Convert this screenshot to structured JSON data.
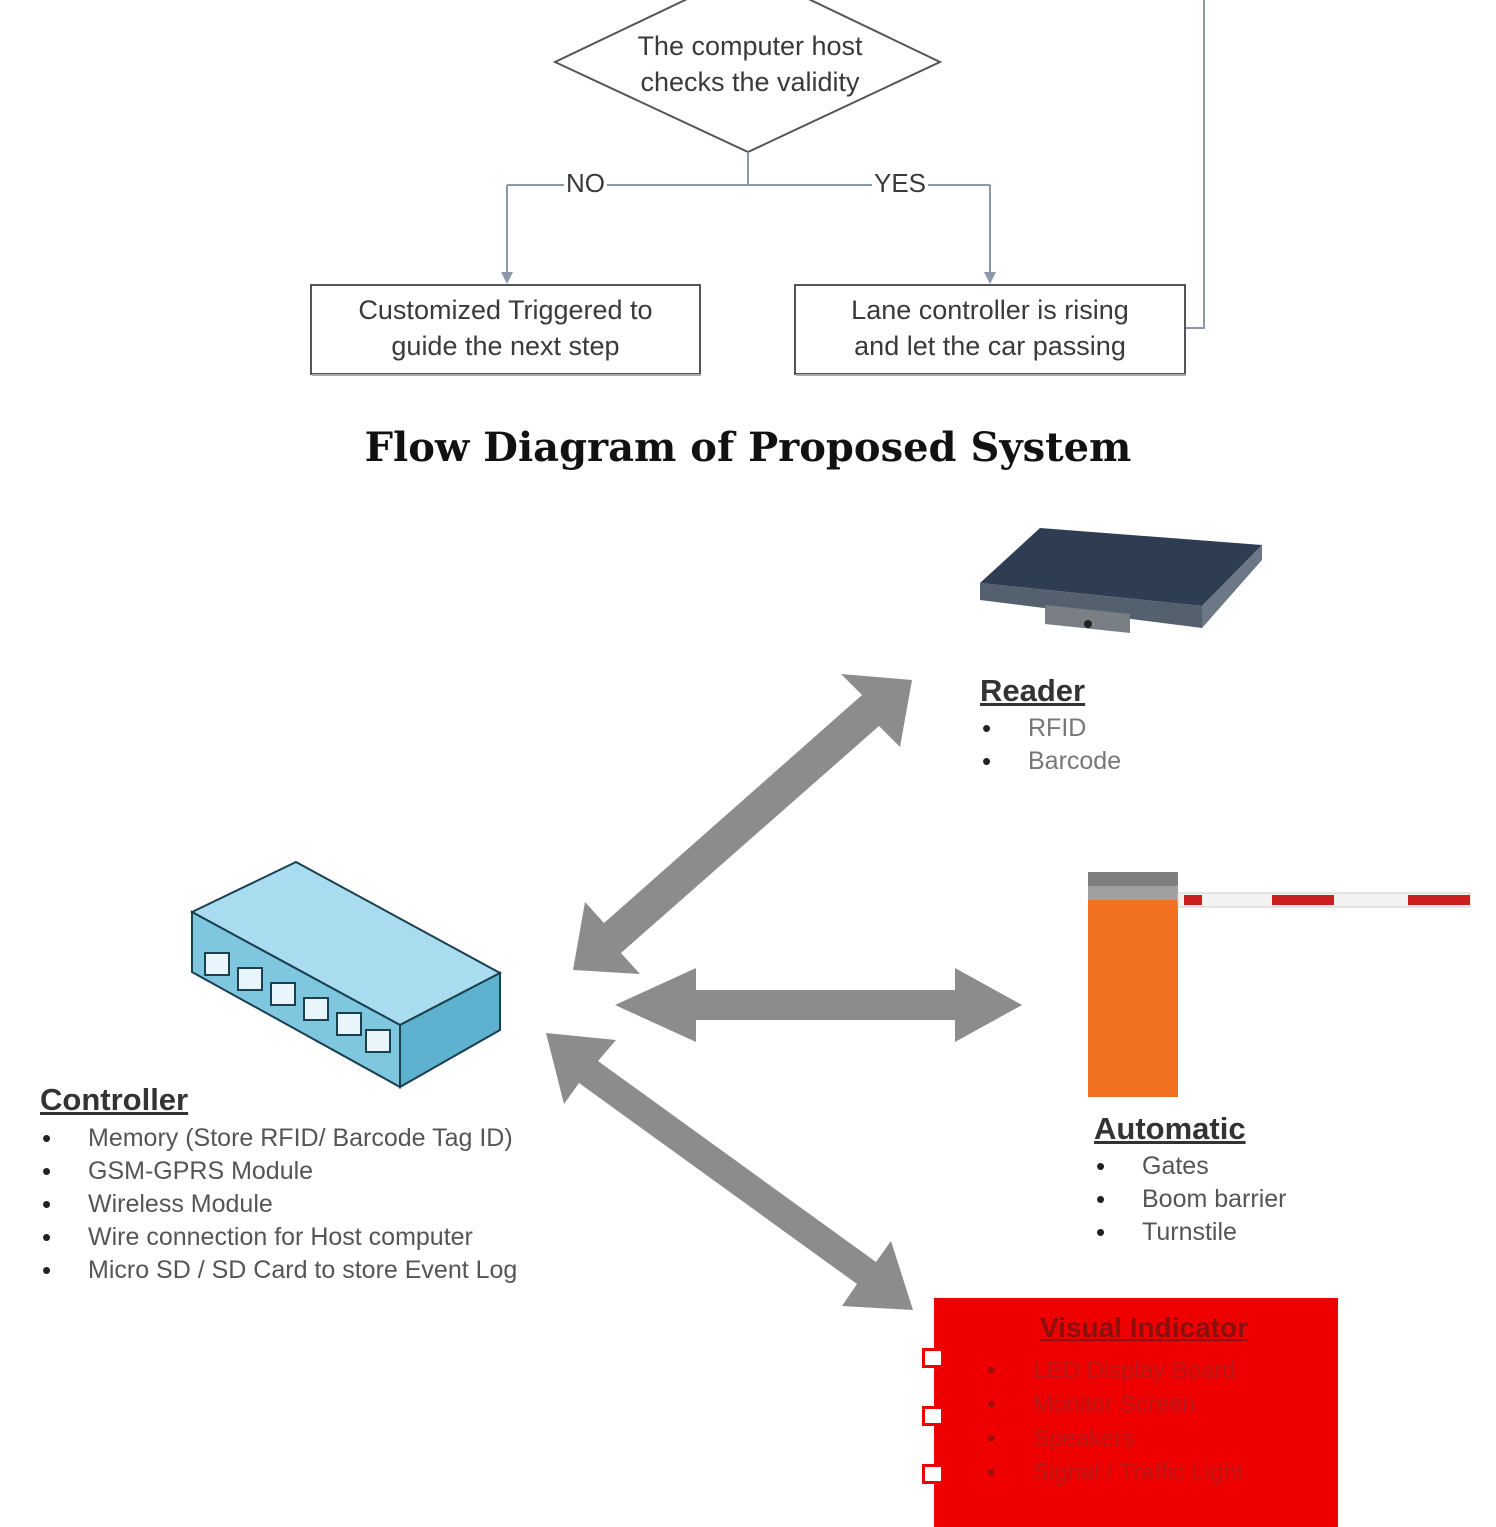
{
  "flowchart": {
    "decision_text": [
      "The computer  host",
      "checks the validity"
    ],
    "branch_no": "NO",
    "branch_yes": "YES",
    "box_left_text": [
      "Customized Triggered to",
      "guide the next step"
    ],
    "box_right_text": [
      "Lane controller is rising",
      "and  let the car passing"
    ]
  },
  "caption": "Flow Diagram of Proposed System",
  "components": {
    "reader": {
      "title": "Reader",
      "items": [
        "RFID",
        "Barcode"
      ]
    },
    "controller": {
      "title": "Controller",
      "items": [
        "Memory (Store RFID/ Barcode Tag ID)",
        "GSM-GPRS Module",
        "Wireless Module",
        "Wire connection for Host computer",
        "Micro SD / SD Card to store Event Log"
      ]
    },
    "automatic": {
      "title": "Automatic",
      "items": [
        "Gates",
        "Boom barrier",
        "Turnstile"
      ]
    },
    "visual_indicator": {
      "title": "Visual Indicator",
      "items": [
        "LED Display Board",
        "Monitor Screen",
        "Speakers",
        "Signal / Traffic Light"
      ]
    }
  },
  "colors": {
    "arrow": "#8c8c8c",
    "controller_device": "#8fd0e6",
    "barrier_post": "#f07020",
    "barrier_stripe": "#cc2020",
    "visual_indicator_bg": "#ee0000"
  }
}
